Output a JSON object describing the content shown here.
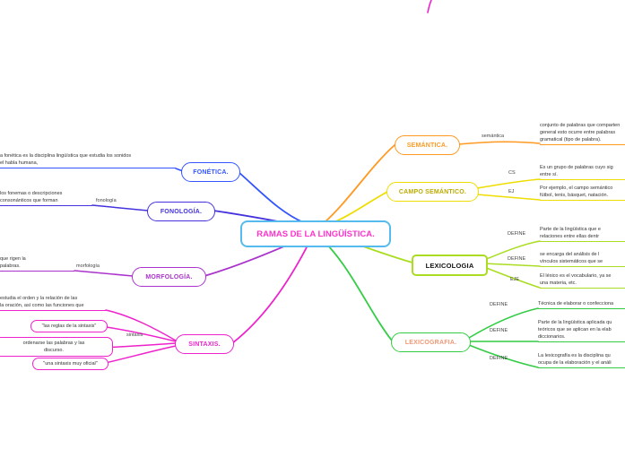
{
  "center": {
    "title": "RAMAS DE LA LINGÜÍSTICA."
  },
  "colors": {
    "center_border": "#55bbee",
    "center_text": "#ff33cc",
    "fonetica": "#3355ff",
    "fonologia": "#4433dd",
    "morfologia": "#aa33cc",
    "sintaxis": "#ee22cc",
    "semantica": "#ff9922",
    "campo_semantico": "#eedd00",
    "campo_semantico_text": "#bbaa00",
    "lexicologia": "#aadd22",
    "lexicografia": "#33cc44",
    "lexicografia_text": "#ee9977"
  },
  "branches": {
    "fonetica": {
      "label": "FONÉTICA.",
      "desc": [
        "a fonética es la disciplina lingüística que estudia los sonidos",
        "el habla humana,"
      ]
    },
    "fonologia": {
      "label": "FONOLOGÍA.",
      "tag": "fonología",
      "desc": [
        "los fonemas o descripciones",
        "consonánticos que forman"
      ]
    },
    "morfologia": {
      "label": "MORFOLOGÍA.",
      "tag": "morfología",
      "desc": [
        "que rigen la",
        "palabras."
      ]
    },
    "sintaxis": {
      "label": "SINTAXIS.",
      "tag": "sintaxis",
      "desc": [
        "estudia el orden y la relación de las",
        "la oración, así como las funciones que"
      ],
      "children": [
        {
          "text": [
            "\"las reglas de la sintaxis\""
          ]
        },
        {
          "text": [
            "ordenarse las palabras y las",
            "discurso."
          ]
        },
        {
          "text": [
            "\"una sintaxis muy oficial\""
          ]
        }
      ]
    },
    "semantica": {
      "label": "SEMÁNTICA.",
      "tag": "semántica",
      "desc": [
        "conjunto de palabras que comparten",
        "general esto ocurre entre palabras",
        "gramatical (tipo de palabra)."
      ]
    },
    "campo_semantico": {
      "label": "CAMPO SEMÁNTICO.",
      "children": [
        {
          "tag": "CS",
          "text": [
            "Es un grupo de palabras cuyo sig",
            "entre sí."
          ]
        },
        {
          "tag": "EJ",
          "text": [
            "Por ejemplo, el campo semántico",
            "fútbol, tenis, básquet, natación."
          ]
        }
      ]
    },
    "lexicologia": {
      "label": "LEXICOLOGIA",
      "children": [
        {
          "tag": "DEFINE",
          "text": [
            "Parte de la lingüística que e",
            "relaciones entre ellas dentr"
          ]
        },
        {
          "tag": "DEFINE",
          "text": [
            "se encarga del análisis de l",
            "vínculos sistemáticos que se"
          ]
        },
        {
          "tag": "EJE",
          "text": [
            "El léxico es el vocabulario, ya se",
            "una materia, etc."
          ]
        }
      ]
    },
    "lexicografia": {
      "label": "LEXICOGRAFIA.",
      "children": [
        {
          "tag": "DEFINE",
          "text": [
            "Técnica de elaborar o confecciona"
          ]
        },
        {
          "tag": "DEFINE",
          "text": [
            "Parte de la lingüística aplicada qu",
            "teóricos que se aplican en la elab",
            "diccionarios."
          ]
        },
        {
          "tag": "DEFINE",
          "text": [
            "La lexicografía es la disciplina qu",
            "ocupa de la elaboración y el análi"
          ]
        }
      ]
    }
  }
}
